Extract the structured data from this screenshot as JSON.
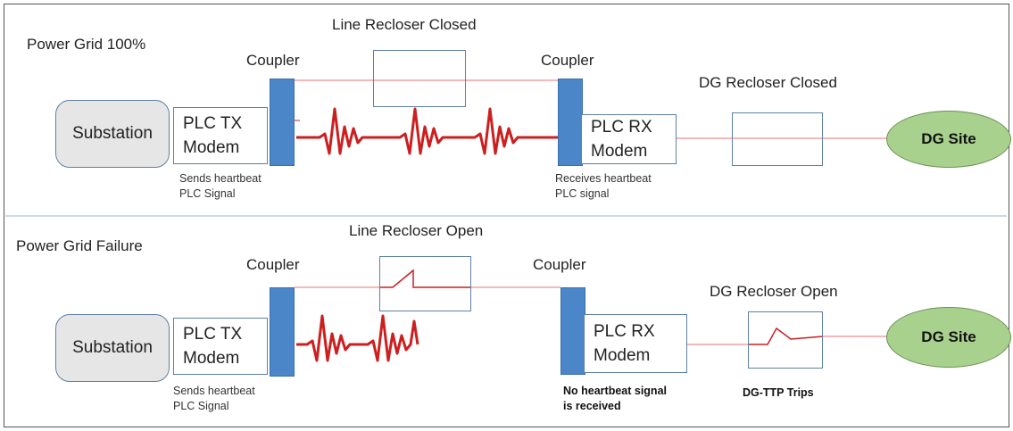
{
  "top": {
    "section_title": "Power Grid 100%",
    "line_recloser_title": "Line Recloser Closed",
    "coupler_left": "Coupler",
    "coupler_right": "Coupler",
    "dg_recloser_title": "DG Recloser Closed",
    "substation": "Substation",
    "tx_modem_line1": "PLC TX",
    "tx_modem_line2": "Modem",
    "rx_modem_line1": "PLC RX",
    "rx_modem_line2": "Modem",
    "dg_site": "DG Site",
    "tx_note_line1": "Sends heartbeat",
    "tx_note_line2": "PLC Signal",
    "rx_note_line1": "Receives  heartbeat",
    "rx_note_line2": "PLC signal"
  },
  "bottom": {
    "section_title": "Power Grid Failure",
    "line_recloser_title": "Line Recloser Open",
    "coupler_left": "Coupler",
    "coupler_right": "Coupler",
    "dg_recloser_title": "DG Recloser Open",
    "substation": "Substation",
    "tx_modem_line1": "PLC TX",
    "tx_modem_line2": "Modem",
    "rx_modem_line1": "PLC RX",
    "rx_modem_line2": "Modem",
    "dg_site": "DG Site",
    "tx_note_line1": "Sends heartbeat",
    "tx_note_line2": "PLC Signal",
    "rx_note_line1": "No heartbeat  signal",
    "rx_note_line2": "is received",
    "dg_trip_note": "DG-TTP Trips"
  },
  "colors": {
    "signal": "#cc1f1f",
    "line": "#f0a0a0",
    "coupler": "#4b86c8",
    "box_border": "#5f7fa6",
    "dg_fill": "#a9d18e",
    "divider": "#c9dbe9"
  }
}
